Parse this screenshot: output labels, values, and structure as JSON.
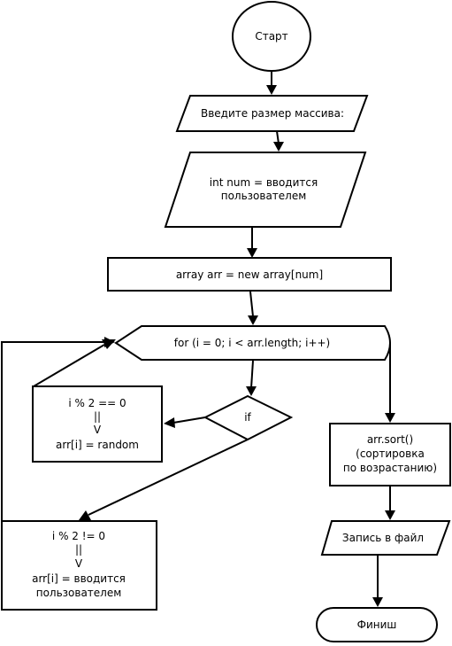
{
  "nodes": {
    "start": {
      "label": "Старт"
    },
    "prompt": {
      "label": "Введите размер массива:"
    },
    "input_num": {
      "lines": [
        "int num = вводится",
        "пользователем"
      ]
    },
    "array_init": {
      "label": "array arr = new array[num]"
    },
    "for_loop": {
      "label": "for (i = 0; i < arr.length; i++)"
    },
    "if_cond": {
      "label": "if"
    },
    "even_branch": {
      "lines": [
        "i % 2 == 0",
        "||",
        "V",
        "arr[i] = random"
      ]
    },
    "odd_branch": {
      "lines": [
        "i % 2 != 0",
        "||",
        "V",
        "arr[i] = вводится",
        "пользователем"
      ]
    },
    "sort": {
      "lines": [
        "arr.sort()",
        "(сортировка",
        "по возрастанию)"
      ]
    },
    "write_file": {
      "label": "Запись в файл"
    },
    "finish": {
      "label": "Финиш"
    }
  }
}
